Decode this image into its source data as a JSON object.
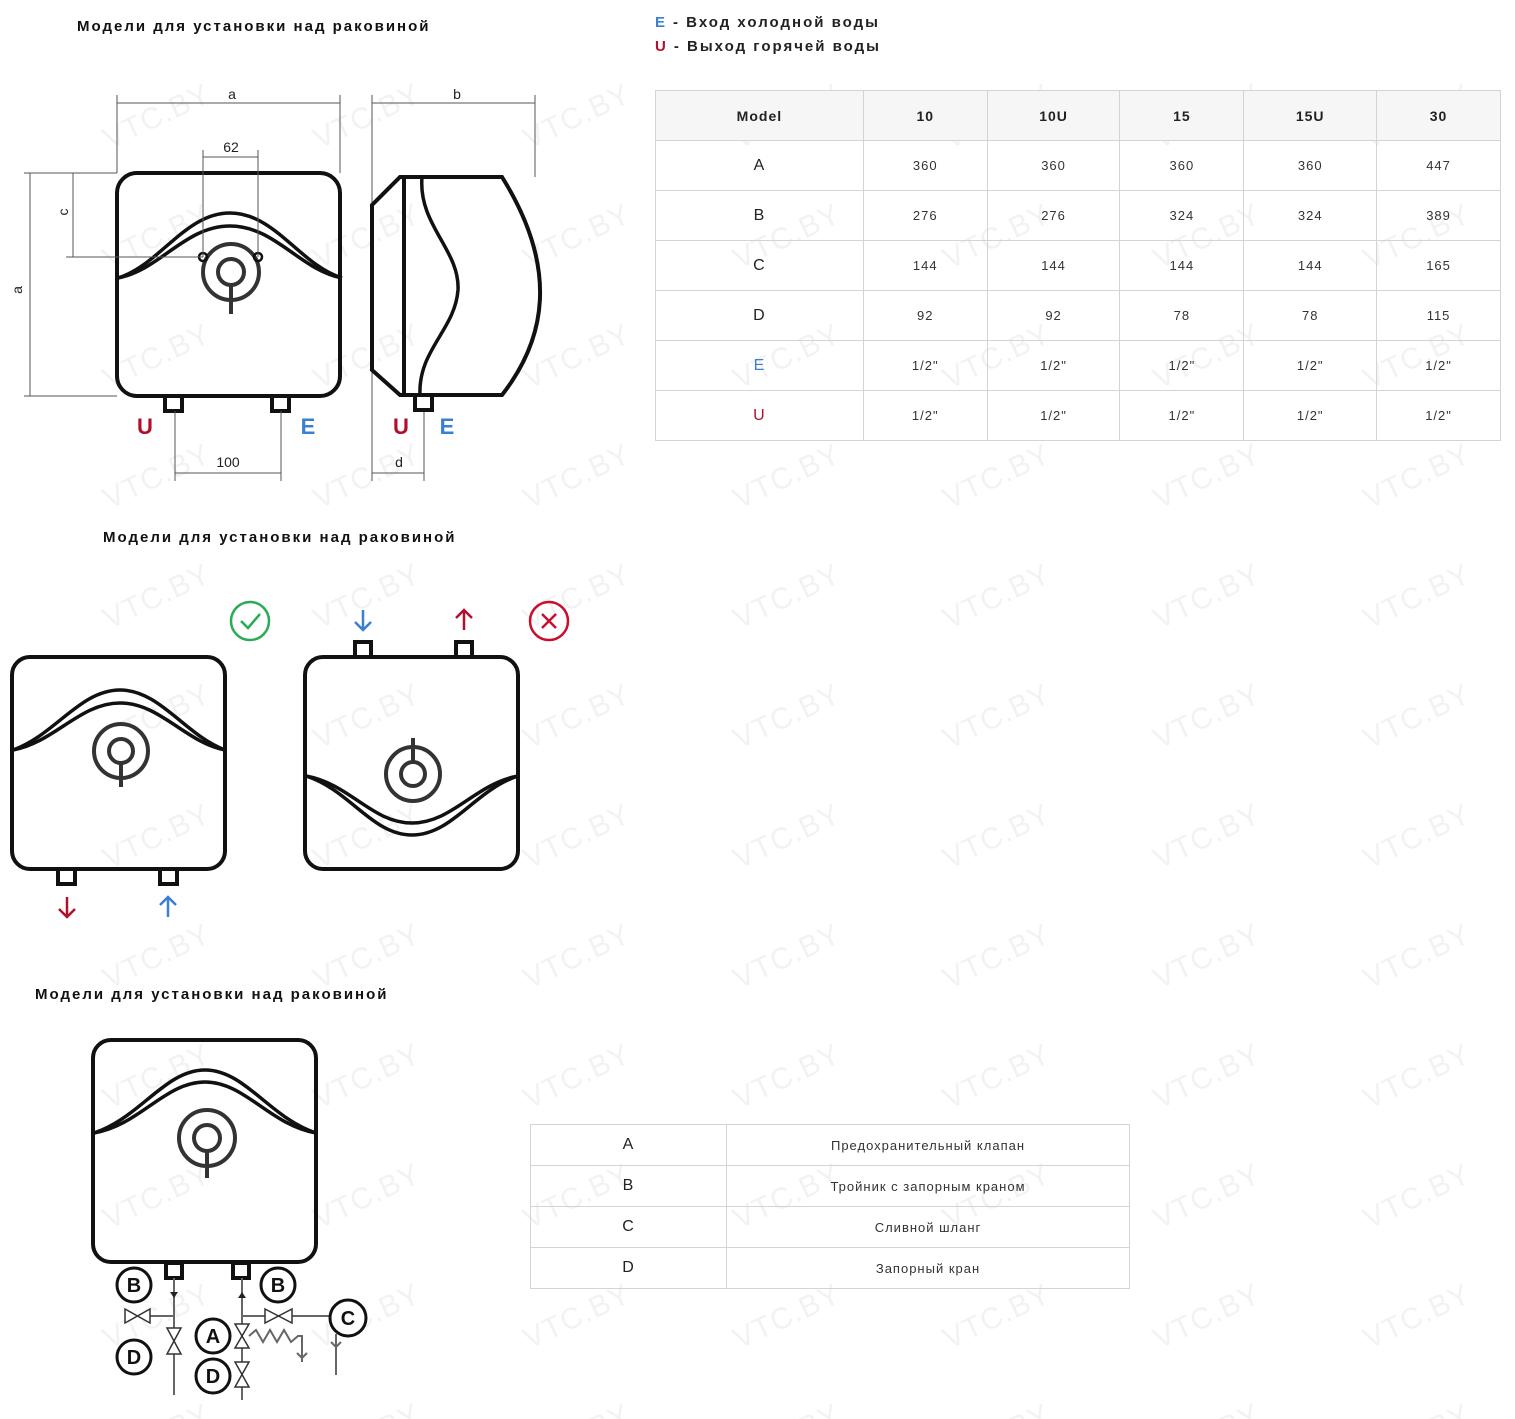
{
  "watermark": "VTC.BY",
  "sections": [
    {
      "title": "Модели для установки над раковиной"
    },
    {
      "title": "Модели для установки над раковиной"
    },
    {
      "title": "Модели для установки над раковиной"
    }
  ],
  "legend": [
    {
      "key": "E",
      "text": "- Вход холодной воды",
      "color": "#3b7fd0"
    },
    {
      "key": "U",
      "text": "- Выход горячей воды",
      "color": "#b0102a"
    }
  ],
  "dimensions": {
    "a": "a",
    "b": "b",
    "c": "c",
    "d": "d",
    "spacing_top": "62",
    "spacing_bottom": "100",
    "outlet": "U",
    "inlet": "E"
  },
  "spec_table": {
    "headers": [
      "Model",
      "10",
      "10U",
      "15",
      "15U",
      "30"
    ],
    "rows": [
      {
        "label": "A",
        "values": [
          "360",
          "360",
          "360",
          "360",
          "447"
        ]
      },
      {
        "label": "B",
        "values": [
          "276",
          "276",
          "324",
          "324",
          "389"
        ]
      },
      {
        "label": "C",
        "values": [
          "144",
          "144",
          "144",
          "144",
          "165"
        ]
      },
      {
        "label": "D",
        "values": [
          "92",
          "92",
          "78",
          "78",
          "115"
        ]
      },
      {
        "label": "E",
        "values": [
          "1/2\"",
          "1/2\"",
          "1/2\"",
          "1/2\"",
          "1/2\""
        ]
      },
      {
        "label": "U",
        "values": [
          "1/2\"",
          "1/2\"",
          "1/2\"",
          "1/2\"",
          "1/2\""
        ]
      }
    ]
  },
  "schematic_labels": {
    "A": "A",
    "B": "B",
    "C": "C",
    "D": "D"
  },
  "parts_table": [
    {
      "key": "A",
      "text": "Предохранительный клапан"
    },
    {
      "key": "B",
      "text": "Тройник с запорным краном"
    },
    {
      "key": "C",
      "text": "Сливной шланг"
    },
    {
      "key": "D",
      "text": "Запорный кран"
    }
  ],
  "colors": {
    "cold": "#3b7fd0",
    "hot": "#b0102a",
    "ok": "#2bab55",
    "bad": "#c8102e"
  }
}
